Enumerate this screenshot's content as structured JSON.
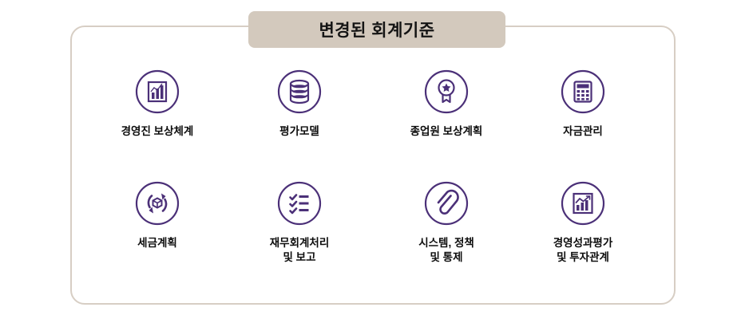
{
  "header": {
    "title": "변경된 회계기준"
  },
  "colors": {
    "banner_bg": "#d3c9bd",
    "container_border": "#d7cec4",
    "icon_purple": "#4b3078",
    "label_text": "#0d0d0d",
    "page_bg": "#ffffff"
  },
  "items": [
    {
      "id": "executive-compensation",
      "label": "경영진 보상체계",
      "icon": "bar-chart-framed-icon",
      "row": 1,
      "column": 1
    },
    {
      "id": "valuation-model",
      "label": "평가모델",
      "icon": "database-stack-icon",
      "row": 1,
      "column": 2
    },
    {
      "id": "employee-compensation-plan",
      "label": "종업원 보상계획",
      "icon": "award-medal-icon",
      "row": 1,
      "column": 3
    },
    {
      "id": "treasury-management",
      "label": "자금관리",
      "icon": "calculator-icon",
      "row": 1,
      "column": 4
    },
    {
      "id": "tax-planning",
      "label": "세금계획",
      "icon": "cycle-arrows-cube-icon",
      "row": 2,
      "column": 1
    },
    {
      "id": "financial-accounting-reporting",
      "label": "재무회계처리\n및 보고",
      "icon": "checklist-icon",
      "row": 2,
      "column": 2
    },
    {
      "id": "systems-policies-controls",
      "label": "시스템, 정책\n및 통제",
      "icon": "paperclip-icon",
      "row": 2,
      "column": 3
    },
    {
      "id": "performance-evaluation-investor-relations",
      "label": "경영성과평가\n및 투자관계",
      "icon": "trending-chart-framed-icon",
      "row": 2,
      "column": 4
    }
  ]
}
